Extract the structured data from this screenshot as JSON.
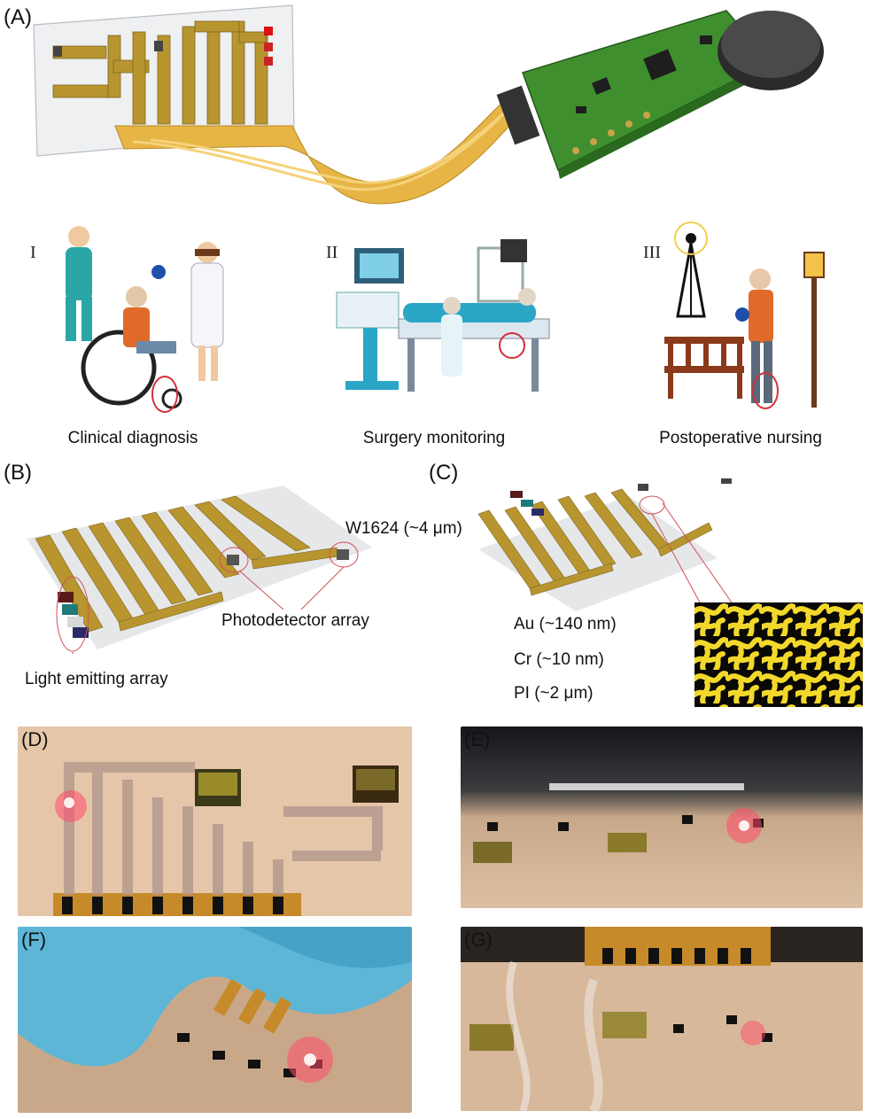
{
  "panels": {
    "a": {
      "letter": "(A)",
      "scenes": [
        {
          "roman": "I",
          "label": "Clinical diagnosis"
        },
        {
          "roman": "II",
          "label": "Surgery monitoring"
        },
        {
          "roman": "III",
          "label": "Postoperative nursing"
        }
      ]
    },
    "b": {
      "letter": "(B)",
      "photodetector_label": "Photodetector array",
      "light_label": "Light emitting array"
    },
    "c": {
      "letter": "(C)",
      "w1624_label": "W1624 (~4 μm)",
      "au_label": "Au (~140 nm)",
      "cr_label": "Cr (~10 nm)",
      "pi_label": "PI (~2 μm)"
    },
    "d": {
      "letter": "(D)"
    },
    "e": {
      "letter": "(E)"
    },
    "f": {
      "letter": "(F)"
    },
    "g": {
      "letter": "(G)"
    }
  },
  "colors": {
    "gold": "#b8952e",
    "gold_dark": "#6f5a1f",
    "pcb_green": "#3f8f2e",
    "ribbon": "#e6b545",
    "skin": "#e9c9a8",
    "glove": "#5db6d6",
    "red_marker": "#d2303a"
  }
}
